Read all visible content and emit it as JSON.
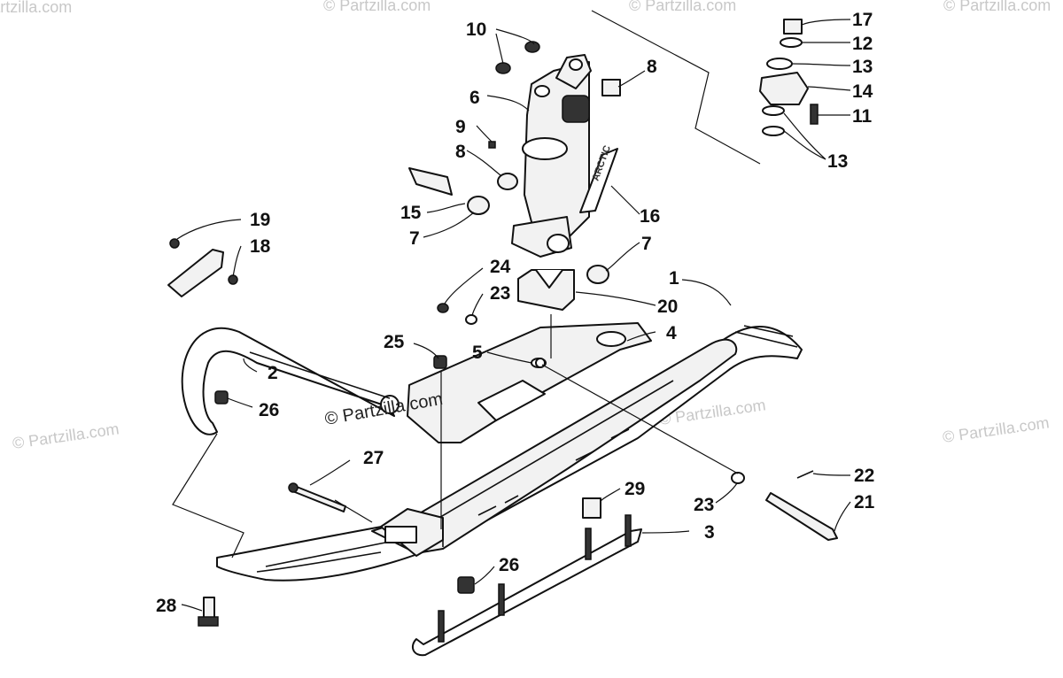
{
  "watermarks": {
    "corner_text": "© Partzilla.com",
    "center_text": "© Partzilla.com"
  },
  "callouts": [
    {
      "id": "c10",
      "text": "10"
    },
    {
      "id": "c8a",
      "text": "8"
    },
    {
      "id": "c6",
      "text": "6"
    },
    {
      "id": "c9",
      "text": "9"
    },
    {
      "id": "c8b",
      "text": "8"
    },
    {
      "id": "c15",
      "text": "15"
    },
    {
      "id": "c7a",
      "text": "7"
    },
    {
      "id": "c16",
      "text": "16"
    },
    {
      "id": "c7b",
      "text": "7"
    },
    {
      "id": "c17",
      "text": "17"
    },
    {
      "id": "c12",
      "text": "12"
    },
    {
      "id": "c13a",
      "text": "13"
    },
    {
      "id": "c14",
      "text": "14"
    },
    {
      "id": "c11",
      "text": "11"
    },
    {
      "id": "c13b",
      "text": "13"
    },
    {
      "id": "c19",
      "text": "19"
    },
    {
      "id": "c18",
      "text": "18"
    },
    {
      "id": "c24",
      "text": "24"
    },
    {
      "id": "c23a",
      "text": "23"
    },
    {
      "id": "c1",
      "text": "1"
    },
    {
      "id": "c20",
      "text": "20"
    },
    {
      "id": "c4",
      "text": "4"
    },
    {
      "id": "c25",
      "text": "25"
    },
    {
      "id": "c5",
      "text": "5"
    },
    {
      "id": "c2",
      "text": "2"
    },
    {
      "id": "c26a",
      "text": "26"
    },
    {
      "id": "c27",
      "text": "27"
    },
    {
      "id": "c22",
      "text": "22"
    },
    {
      "id": "c21",
      "text": "21"
    },
    {
      "id": "c29",
      "text": "29"
    },
    {
      "id": "c23b",
      "text": "23"
    },
    {
      "id": "c3",
      "text": "3"
    },
    {
      "id": "c26b",
      "text": "26"
    },
    {
      "id": "c28",
      "text": "28"
    }
  ],
  "spindle_decal_text": "ARCTIC"
}
